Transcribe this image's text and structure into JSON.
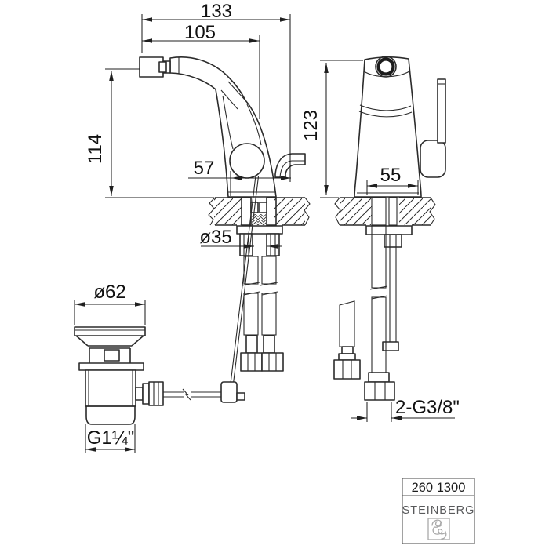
{
  "side_view": {
    "dim_total_width": "133",
    "dim_spout_reach": "105",
    "dim_spout_height": "114",
    "dim_base_depth": "57",
    "dim_mounting_hole": "ø35"
  },
  "front_view": {
    "dim_total_height": "123",
    "dim_body_width": "55",
    "dim_supply_connection": "2-G3/8\""
  },
  "drain_assembly": {
    "dim_flange_diameter": "ø62",
    "dim_outlet_thread": "G1¼\""
  },
  "title_block": {
    "article_number": "260 1300",
    "brand": "STEINBERG"
  }
}
